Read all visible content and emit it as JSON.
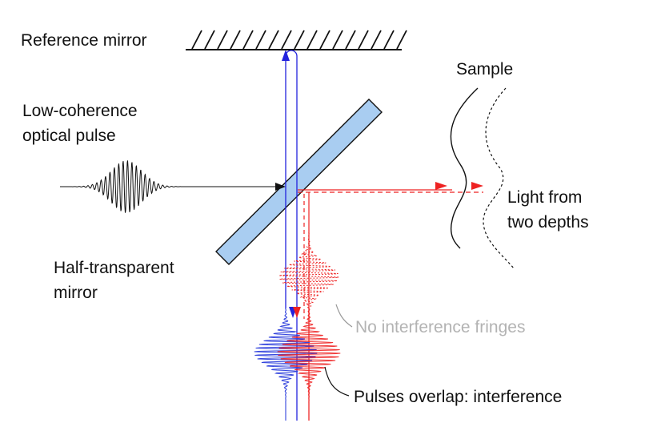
{
  "labels": {
    "reference_mirror": "Reference mirror",
    "sample": "Sample",
    "pulse_line1": "Low-coherence",
    "pulse_line2": "optical pulse",
    "light_line1": "Light from",
    "light_line2": "two depths",
    "half_line1": "Half-transparent",
    "half_line2": "mirror",
    "no_fringes": "No interference fringes",
    "overlap": "Pulses overlap: interference"
  },
  "colors": {
    "reference_beam": "#2222dd",
    "sample_beam": "#ee2222",
    "beamsplitter_fill": "#a9cdf1",
    "ink": "#111111",
    "muted_text": "#b3b3b3"
  }
}
